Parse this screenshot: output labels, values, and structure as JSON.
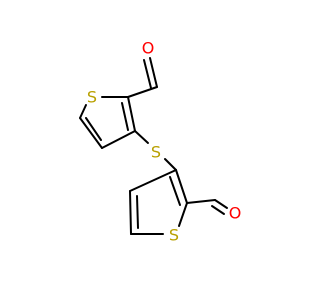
{
  "molecule": {
    "atoms": [
      {
        "id": "O1",
        "symbol": "O",
        "color": "#ff0000"
      },
      {
        "id": "S1",
        "symbol": "S",
        "color": "#b8a000"
      },
      {
        "id": "S2",
        "symbol": "S",
        "color": "#b8a000"
      },
      {
        "id": "O2",
        "symbol": "O",
        "color": "#ff0000"
      },
      {
        "id": "S3",
        "symbol": "S",
        "color": "#b8a000"
      }
    ]
  }
}
